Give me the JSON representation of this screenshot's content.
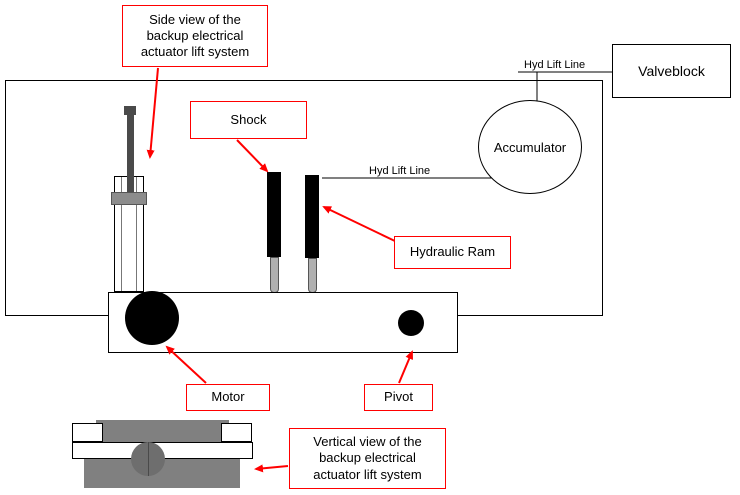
{
  "callouts": {
    "side_view": "Side view of the\nbackup electrical\nactuator lift system",
    "shock": "Shock",
    "hydraulic_ram": "Hydraulic Ram",
    "motor": "Motor",
    "pivot": "Pivot",
    "vertical_view": "Vertical view of the\nbackup electrical\nactuator lift system"
  },
  "components": {
    "valveblock": "Valveblock",
    "accumulator": "Accumulator",
    "hyd_lift_line_top": "Hyd Lift Line",
    "hyd_lift_line_mid": "Hyd Lift Line"
  },
  "colors": {
    "callout_border": "#ff0000",
    "arrow": "#ff0000",
    "outline": "#000000",
    "bar_fill": "#000000",
    "gray_fill": "#808080"
  }
}
